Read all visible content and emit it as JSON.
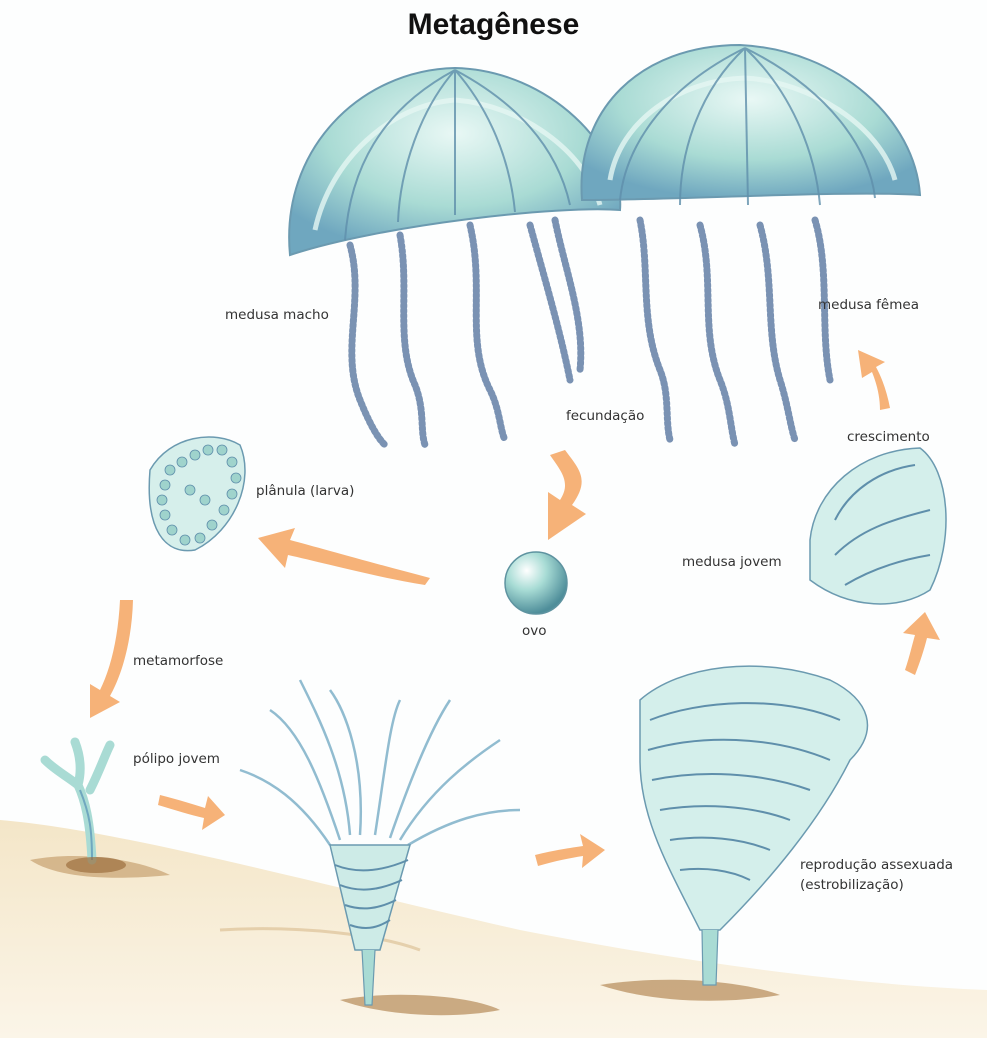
{
  "title": "Metagênese",
  "labels": {
    "medusa_macho": "medusa macho",
    "medusa_femea": "medusa fêmea",
    "fecundacao": "fecundação",
    "crescimento": "crescimento",
    "planula": "plânula (larva)",
    "medusa_jovem": "medusa jovem",
    "ovo": "ovo",
    "metamorfose": "metamorfose",
    "polipo_jovem": "pólipo jovem",
    "reproducao_line1": "reprodução assexuada",
    "reproducao_line2": "(estrobilização)"
  },
  "colors": {
    "jelly_body": "#a8dcd6",
    "jelly_dark": "#4a7fa0",
    "jelly_light": "#e2f5f2",
    "arrow": "#f4a460",
    "ground": "#e8d2a8",
    "ground_dark": "#a5794a"
  }
}
